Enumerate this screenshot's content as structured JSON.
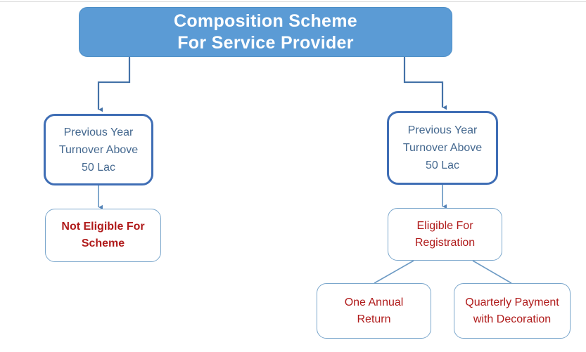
{
  "diagram": {
    "title_node": {
      "label": "Composition Scheme\nFor Service Provider",
      "fill_color": "#5B9BD5",
      "text_color": "#FFFFFF"
    },
    "nodes": [
      {
        "id": "left-decision",
        "label": "Previous Year\nTurnover Above\n50 Lac",
        "style": "decision",
        "border_color": "#3F6EB5",
        "text_color": "#44688F"
      },
      {
        "id": "right-decision",
        "label": "Previous Year\nTurnover Above\n50 Lac",
        "style": "decision",
        "border_color": "#3F6EB5",
        "text_color": "#44688F"
      },
      {
        "id": "not-eligible",
        "label": "Not Eligible For\nScheme",
        "style": "outcome-bold",
        "border_color": "#7BA7CC",
        "text_color": "#B01B1B"
      },
      {
        "id": "eligible",
        "label": "Eligible For\nRegistration",
        "style": "outcome",
        "border_color": "#7BA7CC",
        "text_color": "#B01B1B"
      },
      {
        "id": "one-annual-return",
        "label": "One Annual\nReturn",
        "style": "outcome",
        "border_color": "#7BA7CC",
        "text_color": "#B01B1B"
      },
      {
        "id": "quarterly-payment",
        "label": "Quarterly Payment\nwith Decoration",
        "style": "outcome",
        "border_color": "#7BA7CC",
        "text_color": "#B01B1B"
      }
    ],
    "connector_color": "#4472A8",
    "connector_color_light": "#6C9AC4"
  }
}
